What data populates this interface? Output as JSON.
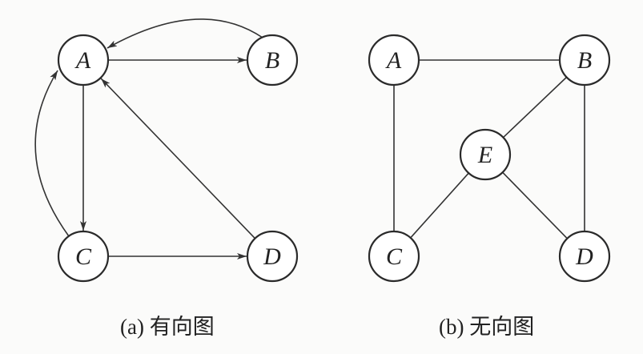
{
  "graphs": [
    {
      "caption": "(a) 有向图",
      "directed": true,
      "nodes": [
        "A",
        "B",
        "C",
        "D"
      ],
      "edges": [
        [
          "B",
          "A"
        ],
        [
          "A",
          "B"
        ],
        [
          "A",
          "C"
        ],
        [
          "C",
          "A"
        ],
        [
          "D",
          "A"
        ],
        [
          "C",
          "D"
        ]
      ]
    },
    {
      "caption": "(b) 无向图",
      "directed": false,
      "nodes": [
        "A",
        "B",
        "E",
        "C",
        "D"
      ],
      "edges": [
        [
          "A",
          "B"
        ],
        [
          "A",
          "C"
        ],
        [
          "B",
          "E"
        ],
        [
          "B",
          "D"
        ],
        [
          "E",
          "C"
        ],
        [
          "E",
          "D"
        ]
      ]
    }
  ],
  "colors": {
    "stroke": "#2a2a2a",
    "background": "#fbfbfa"
  }
}
